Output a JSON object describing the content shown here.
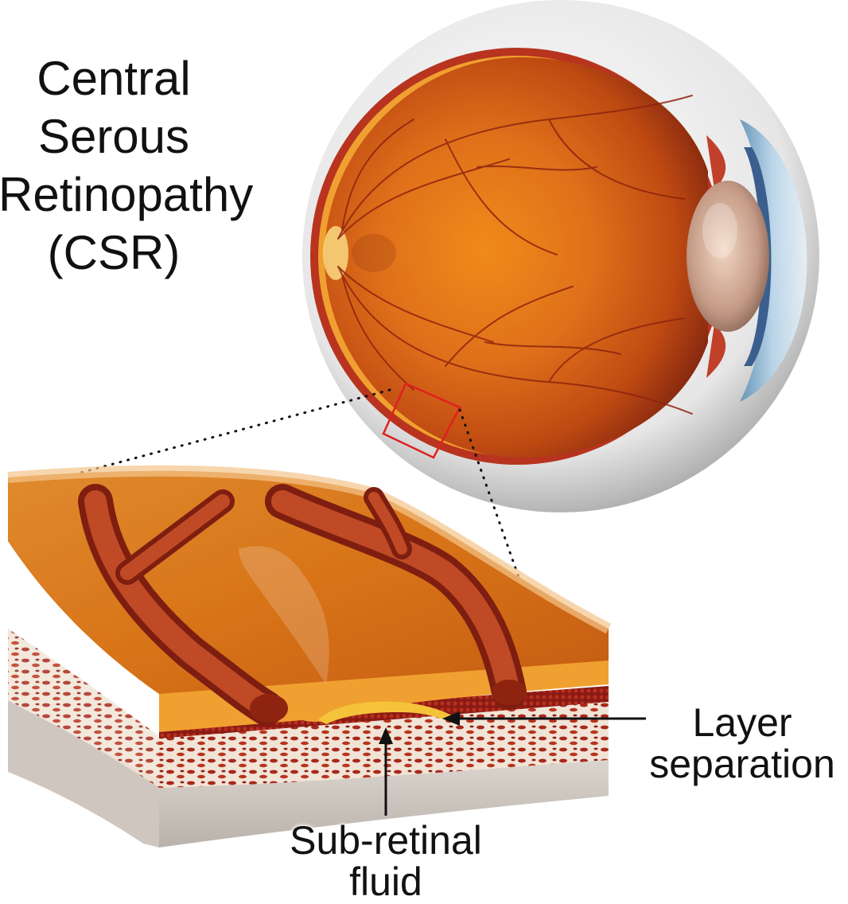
{
  "title": {
    "line1": "Central",
    "line2": "Serous",
    "line3": "Retinopathy",
    "line4": "(CSR)"
  },
  "labels": {
    "layer_separation": {
      "line1": "Layer",
      "line2": "separation"
    },
    "subretinal_fluid": {
      "line1": "Sub-retinal",
      "line2": "fluid"
    }
  },
  "colors": {
    "retina_orange": "#d86a12",
    "vessel_red": "#a8321a",
    "sclera_gray": "#d9d9d9",
    "fluid_yellow": "#f5c33a",
    "highlight_box": "#e02020",
    "choroid_red": "#9a1e16"
  }
}
